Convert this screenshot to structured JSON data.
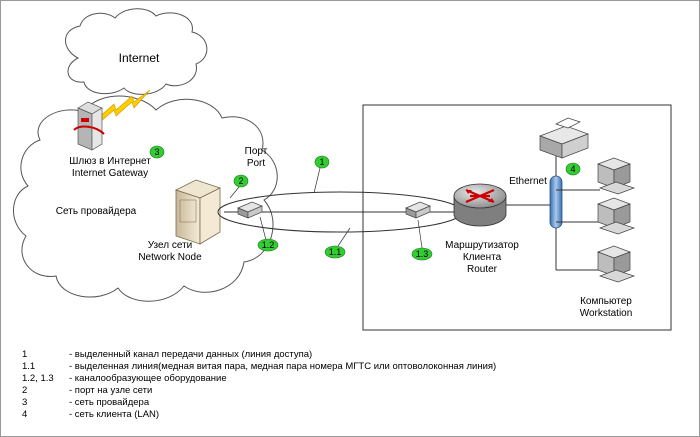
{
  "cloud_internet": {
    "label": "Internet"
  },
  "gateway": {
    "label_ru": "Шлюз в Интернет",
    "label_en": "Internet Gateway"
  },
  "provider_network": {
    "label": "Сеть провайдера"
  },
  "network_node": {
    "label_ru": "Узел сети",
    "label_en": "Network Node"
  },
  "port": {
    "label_ru": "Порт",
    "label_en": "Port"
  },
  "router": {
    "label_ru1": "Маршрутизатор",
    "label_ru2": "Клиента",
    "label_en": "Router"
  },
  "ethernet": {
    "label": "Ethernet"
  },
  "workstation": {
    "label_ru": "Компьютер",
    "label_en": "Workstation"
  },
  "badges": {
    "b1": "1",
    "b11": "1.1",
    "b12": "1.2",
    "b13": "1.3",
    "b2": "2",
    "b3": "3",
    "b4": "4"
  },
  "legend": [
    {
      "num": "1",
      "text": "- выделенный канал передачи данных (линия доступа)"
    },
    {
      "num": "1.1",
      "text": "- выделенная линия(медная витая пара, медная пара номера МГТС или оптоволоконная линия)"
    },
    {
      "num": "1.2, 1.3",
      "text": "- каналообразующее оборудование"
    },
    {
      "num": "2",
      "text": "- порт на узле сети"
    },
    {
      "num": "3",
      "text": "- сеть провайдера"
    },
    {
      "num": "4",
      "text": "- сеть клиента (LAN)"
    }
  ],
  "colors": {
    "badge_fill": "#33cc33",
    "lightning": "#ffcc00",
    "router_arrows": "#cc0000",
    "bus": "#6699cc"
  }
}
